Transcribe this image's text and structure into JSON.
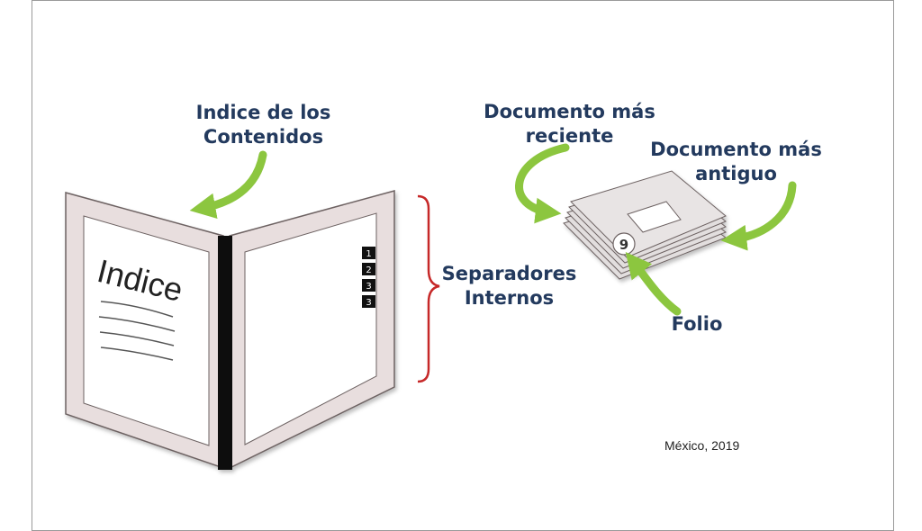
{
  "labels": {
    "index_contents": "Indice de los\nContenidos",
    "newest_document": "Documento más\nreciente",
    "oldest_document": "Documento más\nantiguo",
    "internal_dividers": "Separadores\nInternos",
    "folio": "Folio"
  },
  "binder": {
    "page_title": "Indice",
    "tabs": [
      "1",
      "2",
      "3",
      "3"
    ]
  },
  "stack": {
    "folio_number": "9"
  },
  "credit": "México, 2019",
  "colors": {
    "label_text": "#233a5e",
    "arrow_green": "#8cc63f",
    "binder_border": "#e8dede",
    "binder_outline": "#6d6262",
    "spine": "#111111",
    "bracket_red": "#c62828"
  }
}
